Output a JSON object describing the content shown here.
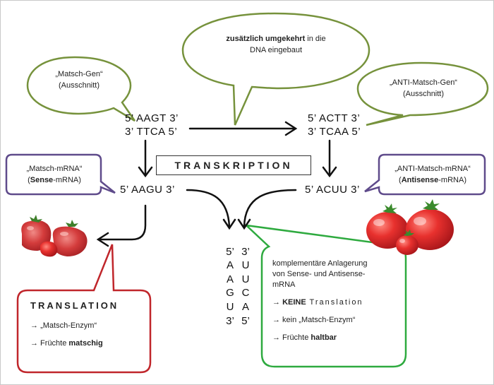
{
  "bubbles": {
    "matsch_gen": {
      "title": "„Matsch-Gen“",
      "subtitle": "(Ausschnitt)"
    },
    "insert_note": {
      "bold": "zusätzlich umgekehrt",
      "rest1": " in die",
      "rest2": "DNA eingebaut"
    },
    "anti_matsch_gen": {
      "title": "„ANTI-Matsch-Gen“",
      "subtitle": "(Ausschnitt)"
    },
    "matsch_mrna": {
      "title": "„Matsch-mRNA“",
      "sub_bold": "Sense",
      "sub_rest": "-mRNA)",
      "sub_open": "("
    },
    "anti_matsch_mrna": {
      "title": "„ANTI-Matsch-mRNA“",
      "sub_bold": "Antisense",
      "sub_rest": "-mRNA)",
      "sub_open": "("
    }
  },
  "sequences": {
    "gene_top": "5’ AAGT 3’",
    "gene_bottom": "3’ TTCA 5’",
    "anti_top": "5’ ACTT 3’",
    "anti_bottom": "3’ TCAA 5’",
    "sense_mrna": "5’ AAGU 3’",
    "antisense_mrna": "5’ ACUU 3’",
    "duplex_left": [
      "5’",
      "A",
      "A",
      "G",
      "U",
      "3’"
    ],
    "duplex_right": [
      "3’",
      "U",
      "U",
      "C",
      "A",
      "5’"
    ]
  },
  "transcription_label": "TRANSKRIPTION",
  "translation_box": {
    "heading": "TRANSLATION",
    "item1_prefix": "→ ",
    "item1": "„Matsch-Enzym“",
    "item2_prefix": "→ Früchte ",
    "item2_bold": "matschig"
  },
  "complement_box": {
    "intro1": "komplementäre Anlagerung",
    "intro2": "von Sense- und Antisense-",
    "intro3": "mRNA",
    "item1_prefix": "→ ",
    "item1_bold": "KEINE",
    "item1_rest": " Translation",
    "item2": "→ kein „Matsch-Enzym“",
    "item3_prefix": "→ Früchte ",
    "item3_bold": "haltbar"
  },
  "colors": {
    "green_bubble": "#76923c",
    "purple_box": "#5f4b8b",
    "red_box": "#c0262b",
    "green_box": "#2eaa3f",
    "tomato": "#d9262a"
  }
}
